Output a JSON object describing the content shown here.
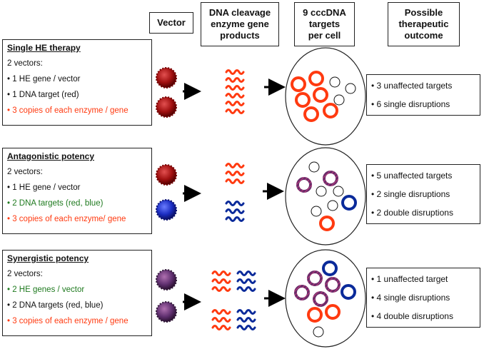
{
  "headers": {
    "vector": "Vector",
    "enzyme": "DNA cleavage\nenzyme gene\nproducts",
    "targets": "9 cccDNA\ntargets\nper cell",
    "outcome": "Possible\ntherapeutic\noutcome"
  },
  "colors": {
    "red": "#ff3a10",
    "blue": "#0a2a9a",
    "green": "#1f7a1f",
    "hatched": "#7a3a8a"
  },
  "rows": [
    {
      "title": "Single HE therapy",
      "lines": [
        {
          "text": "2 vectors:",
          "color": "black"
        },
        {
          "text": "• 1 HE gene / vector",
          "color": "black"
        },
        {
          "text": "• 1 DNA target (red)",
          "color": "black"
        },
        {
          "text": "• 3 copies of each enzyme / gene",
          "color": "red"
        }
      ],
      "outcomes": [
        "• 3 unaffected targets",
        "• 6 single disruptions"
      ]
    },
    {
      "title": "Antagonistic potency",
      "lines": [
        {
          "text": "2 vectors:",
          "color": "black"
        },
        {
          "text": "• 1 HE gene / vector",
          "color": "black"
        },
        {
          "text": "• 2 DNA targets (red, blue)",
          "color": "green"
        },
        {
          "text": "• 3 copies of each enzyme/ gene",
          "color": "red"
        }
      ],
      "outcomes": [
        "• 5 unaffected targets",
        "• 2 single disruptions",
        "• 2 double disruptions"
      ]
    },
    {
      "title": "Synergistic potency",
      "lines": [
        {
          "text": "2 vectors:",
          "color": "black"
        },
        {
          "text": "• 2 HE genes / vector",
          "color": "green"
        },
        {
          "text": "• 2 DNA targets (red, blue)",
          "color": "black"
        },
        {
          "text": "• 3 copies of each enzyme / gene",
          "color": "red"
        }
      ],
      "outcomes": [
        "• 1 unaffected target",
        "• 4 single disruptions",
        "• 4 double disruptions"
      ]
    }
  ]
}
